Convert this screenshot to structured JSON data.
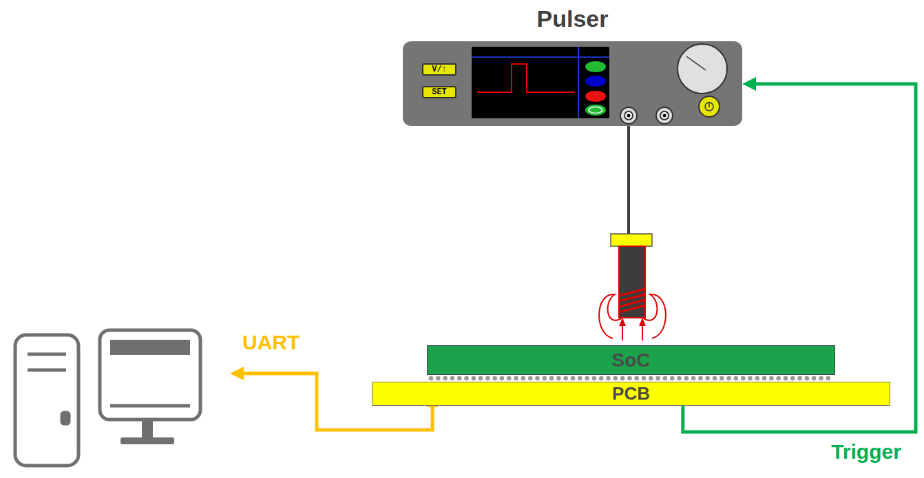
{
  "diagram": {
    "nodes": [
      {
        "text": [
          "Pulser"
        ]
      },
      {
        "text": [
          "V/↑"
        ],
        "in": 0
      },
      {
        "text": [
          "SET"
        ],
        "in": 0
      },
      {
        "text": [
          "SoC"
        ]
      },
      {
        "text": [
          "PCB"
        ]
      }
    ],
    "edges": [
      {
        "from": 4,
        "to": 0,
        "arrow": "to",
        "label": "Trigger"
      }
    ],
    "labels": [
      "UART"
    ]
  }
}
